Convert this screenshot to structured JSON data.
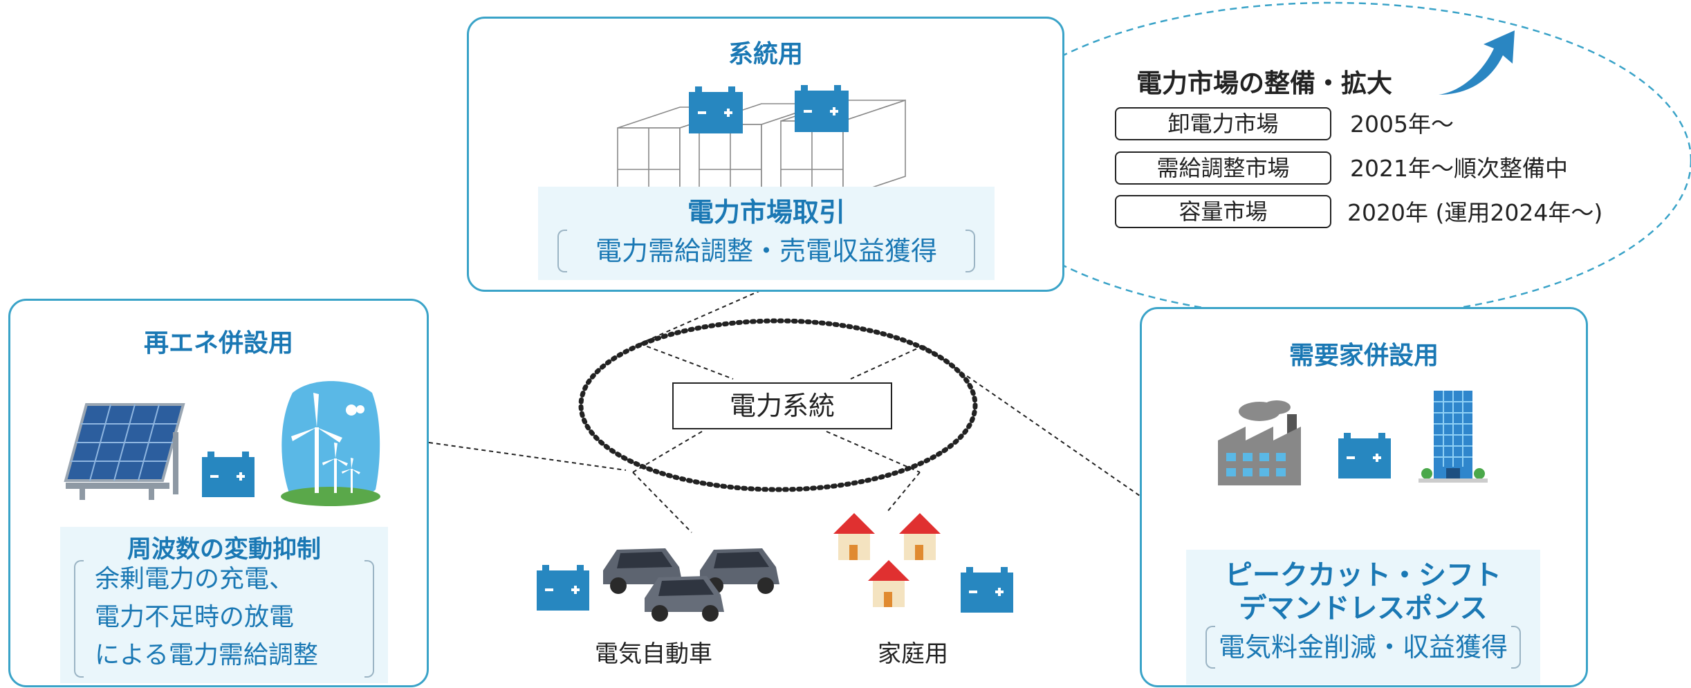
{
  "grid": {
    "label": "電力系統"
  },
  "grid_panel": {
    "title": "系統用",
    "band_title": "電力市場取引",
    "band_text": "電力需給調整・売電収益獲得"
  },
  "renewable_panel": {
    "title": "再エネ併設用",
    "band_title": "周波数の変動抑制",
    "band_lines": [
      "余剰電力の充電、",
      "電力不足時の放電",
      "による電力需給調整"
    ]
  },
  "consumer_panel": {
    "title": "需要家併設用",
    "band_title_lines": [
      "ピークカット・シフト",
      "デマンドレスポンス"
    ],
    "band_text": "電気料金削減・収益獲得"
  },
  "market": {
    "title": "電力市場の整備・拡大",
    "rows": [
      {
        "label": "卸電力市場",
        "period": "2005年～"
      },
      {
        "label": "需給調整市場",
        "period": "2021年～順次整備中"
      },
      {
        "label": "容量市場",
        "period": "2020年 (運用2024年～)"
      }
    ]
  },
  "ev": {
    "label": "電気自動車"
  },
  "home": {
    "label": "家庭用"
  },
  "colors": {
    "accent_border": "#3aa3c8",
    "title_blue": "#1a78b4",
    "band_bg": "#eaf6fb",
    "battery": "#2787c0",
    "arrow": "#2a86c2"
  },
  "icons": [
    "battery-icon",
    "container-battery-icon",
    "solar-panel-icon",
    "wind-turbine-icon",
    "car-icon",
    "house-icon",
    "factory-icon",
    "office-building-icon",
    "growth-arrow-icon"
  ]
}
